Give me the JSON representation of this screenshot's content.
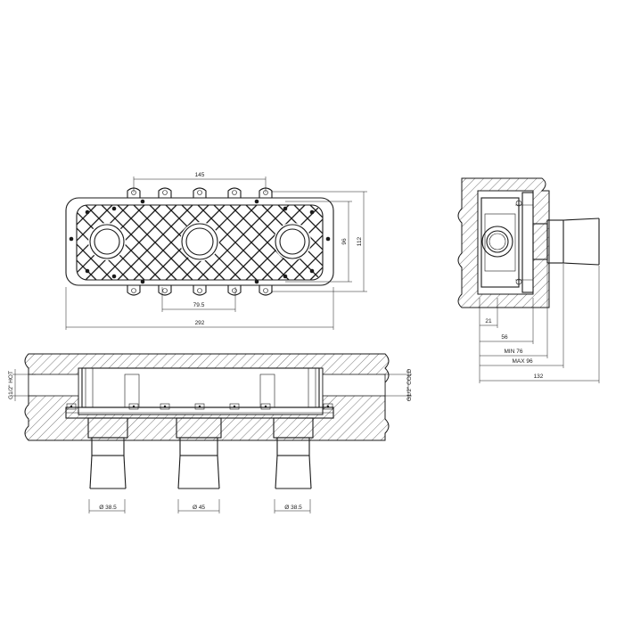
{
  "front_view": {
    "dim_145": "145",
    "dim_96": "96",
    "dim_112": "112",
    "dim_79_5": "79.5",
    "dim_292": "292"
  },
  "plan_view": {
    "hot_label": "G1/2\" HOT",
    "cold_label": "G1/2\" COLD",
    "outlets": [
      "Ø 38.5",
      "Ø 45",
      "Ø 38.5"
    ]
  },
  "side_view": {
    "dim_21": "21",
    "dim_56": "56",
    "dim_min76": "MIN 76",
    "dim_max96": "MAX 96",
    "dim_132": "132"
  }
}
